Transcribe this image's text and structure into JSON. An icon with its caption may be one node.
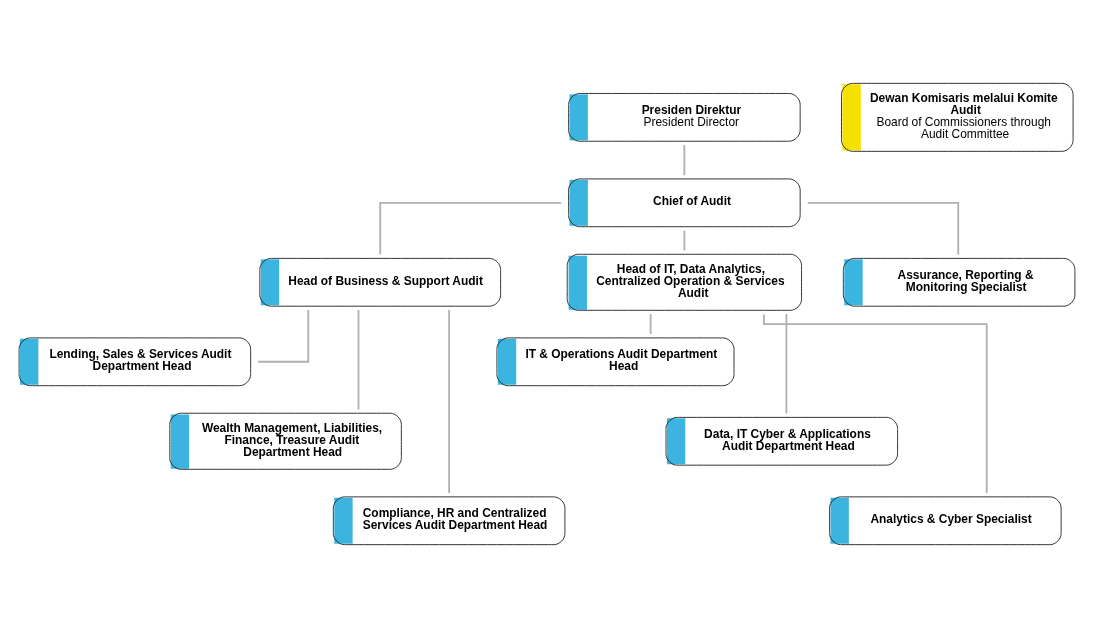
{
  "diagram": {
    "nodes": [
      {
        "text": [
          "Presiden Direktur",
          "President Director"
        ]
      },
      {
        "text": [
          "Chief of Audit"
        ]
      },
      {
        "text": [
          "Dewan Komisaris melalui Komite Audit",
          "Board of Commissioners through Audit Committee"
        ]
      },
      {
        "text": [
          "Head of Business & Support Audit"
        ]
      },
      {
        "text": [
          "Head of IT, Data Analytics, Centralized Operation & Services Audit"
        ]
      },
      {
        "text": [
          "Assurance, Reporting & Monitoring Specialist"
        ]
      },
      {
        "text": [
          "Lending, Sales & Services Audit Department Head"
        ]
      },
      {
        "text": [
          "Wealth Management, Liabilities, Finance, Treasure Audit Department Head"
        ]
      },
      {
        "text": [
          "Compliance, HR and Centralized Services Audit Department Head"
        ]
      },
      {
        "text": [
          "IT & Operations Audit Department Head"
        ]
      },
      {
        "text": [
          "Data, IT Cyber & Applications Audit Department Head"
        ]
      },
      {
        "text": [
          "Analytics & Cyber Specialist"
        ]
      }
    ],
    "edges": [
      {
        "from": 0,
        "to": 1,
        "arrow": "none"
      },
      {
        "from": 1,
        "to": 3,
        "arrow": "none"
      },
      {
        "from": 1,
        "to": 4,
        "arrow": "none"
      },
      {
        "from": 1,
        "to": 5,
        "arrow": "none"
      },
      {
        "from": 3,
        "to": 6,
        "arrow": "none"
      },
      {
        "from": 3,
        "to": 7,
        "arrow": "none"
      },
      {
        "from": 3,
        "to": 8,
        "arrow": "none"
      },
      {
        "from": 4,
        "to": 9,
        "arrow": "none"
      },
      {
        "from": 4,
        "to": 10,
        "arrow": "none"
      },
      {
        "from": 4,
        "to": 11,
        "arrow": "none"
      }
    ]
  }
}
